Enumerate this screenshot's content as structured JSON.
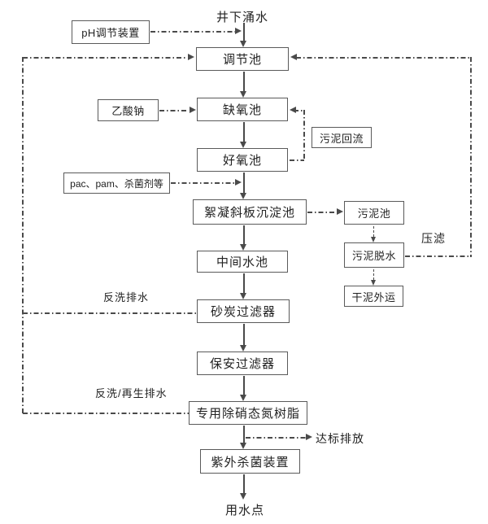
{
  "diagram": {
    "source_label": "井下涌水",
    "sink_label": "用水点",
    "main_nodes": [
      {
        "name": "regulation-tank",
        "label": "调节池"
      },
      {
        "name": "anoxic-tank",
        "label": "缺氧池"
      },
      {
        "name": "aerobic-tank",
        "label": "好氧池"
      },
      {
        "name": "flocculation-inclined-plate-sedimentation-tank",
        "label": "絮凝斜板沉淀池"
      },
      {
        "name": "intermediate-water-tank",
        "label": "中间水池"
      },
      {
        "name": "sand-carbon-filter",
        "label": "砂炭过滤器"
      },
      {
        "name": "security-filter",
        "label": "保安过滤器"
      },
      {
        "name": "nitrate-nitrogen-removal-resin",
        "label": "专用除硝态氮树脂"
      },
      {
        "name": "uv-sterilization-unit",
        "label": "紫外杀菌装置"
      }
    ],
    "dosing_nodes": [
      {
        "name": "ph-adjustment-device",
        "label": "pH调节装置"
      },
      {
        "name": "sodium-acetate",
        "label": "乙酸钠"
      },
      {
        "name": "dosing-agents",
        "label": "pac、pam、杀菌剂等"
      }
    ],
    "sludge_nodes": [
      {
        "name": "sludge-return",
        "label": "污泥回流"
      },
      {
        "name": "sludge-tank",
        "label": "污泥池"
      },
      {
        "name": "sludge-dewatering",
        "label": "污泥脱水"
      },
      {
        "name": "dry-sludge-removal",
        "label": "干泥外运"
      }
    ],
    "flow_labels": [
      {
        "name": "filter-press",
        "label": "压滤"
      },
      {
        "name": "backwash-drain",
        "label": "反洗排水"
      },
      {
        "name": "backwash-regeneration-drain",
        "label": "反洗/再生排水"
      },
      {
        "name": "standard-discharge",
        "label": "达标排放"
      }
    ],
    "colors": {
      "line": "#4a4a4a",
      "box_border": "#5a5a5a",
      "text": "#222222",
      "background": "#ffffff"
    }
  }
}
